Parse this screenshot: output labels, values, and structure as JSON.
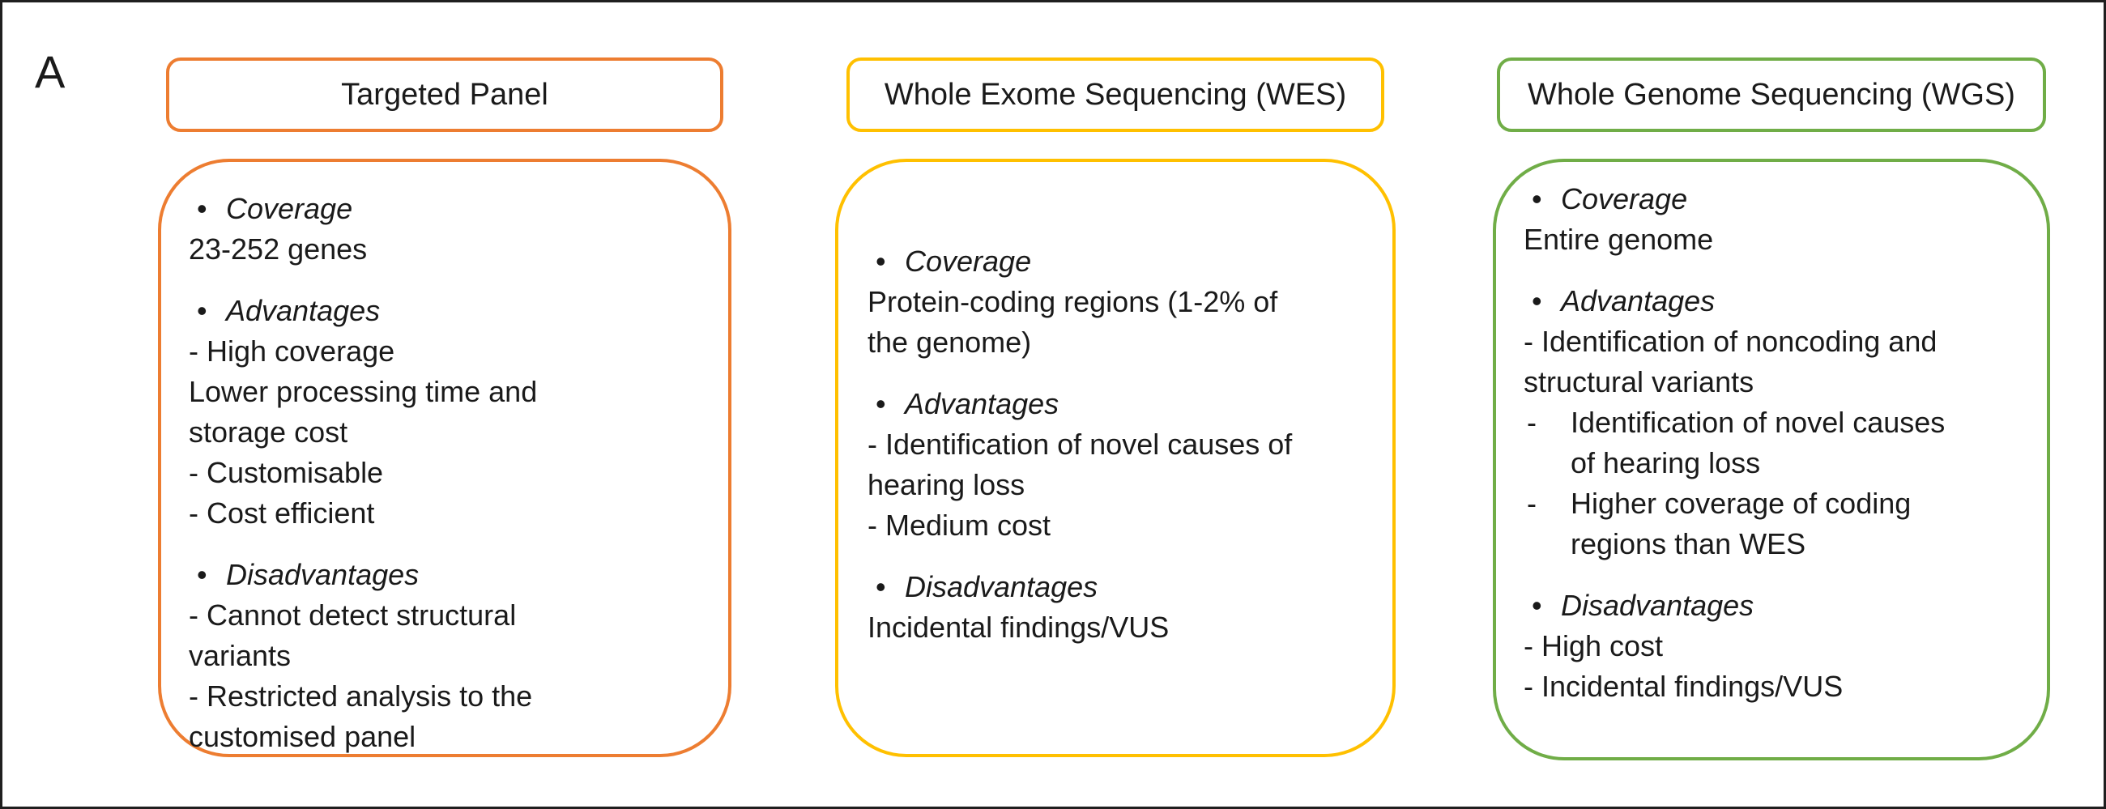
{
  "figure_label": "A",
  "bullet_glyph": "•",
  "dash_glyph": "-",
  "columns": [
    {
      "id": "targeted-panel",
      "accent_color": "#ED7D31",
      "header": "Targeted Panel",
      "sections": [
        {
          "heading": "Coverage",
          "lines": [
            {
              "t": "23-252 genes"
            }
          ]
        },
        {
          "heading": "Advantages",
          "lines": [
            {
              "t": "- High coverage"
            },
            {
              "t": "Lower processing time and"
            },
            {
              "t": "storage cost"
            },
            {
              "t": "- Customisable"
            },
            {
              "t": "- Cost efficient"
            }
          ]
        },
        {
          "heading": "Disadvantages",
          "lines": [
            {
              "t": "- Cannot detect structural"
            },
            {
              "t": "variants"
            },
            {
              "t": "- Restricted analysis to the"
            },
            {
              "t": "customised panel"
            }
          ]
        }
      ]
    },
    {
      "id": "whole-exome-sequencing",
      "accent_color": "#FFC000",
      "header": "Whole Exome Sequencing (WES)",
      "sections": [
        {
          "heading": "Coverage",
          "lines": [
            {
              "t": "Protein-coding regions (1-2% of"
            },
            {
              "t": "the genome)"
            }
          ]
        },
        {
          "heading": "Advantages",
          "lines": [
            {
              "t": "- Identification of novel causes of"
            },
            {
              "t": "hearing loss"
            },
            {
              "t": "- Medium cost"
            }
          ]
        },
        {
          "heading": "Disadvantages",
          "lines": [
            {
              "t": "Incidental findings/VUS"
            }
          ]
        }
      ]
    },
    {
      "id": "whole-genome-sequencing",
      "accent_color": "#70AD47",
      "header": "Whole Genome Sequencing (WGS)",
      "sections": [
        {
          "heading": "Coverage",
          "lines": [
            {
              "t": "Entire genome"
            }
          ]
        },
        {
          "heading": "Advantages",
          "lines": [
            {
              "t": "- Identification of noncoding and"
            },
            {
              "t": "structural variants"
            },
            {
              "t": "Identification of novel causes"
            },
            {
              "t": "of hearing loss"
            },
            {
              "t": "Higher coverage of coding"
            },
            {
              "t": "regions than WES"
            }
          ]
        },
        {
          "heading": "Disadvantages",
          "lines": [
            {
              "t": "- High cost"
            },
            {
              "t": "- Incidental findings/VUS"
            }
          ]
        }
      ]
    }
  ]
}
